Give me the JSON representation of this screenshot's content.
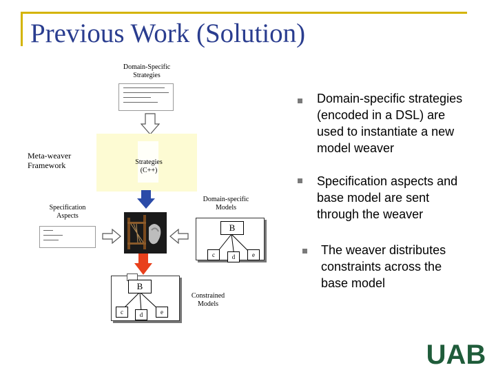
{
  "slide": {
    "title": "Previous Work (Solution)",
    "colors": {
      "title": "#2a3d8f",
      "accent_bar": "#d4b400",
      "logo": "#1f5c3a",
      "yellow_panel": "#fdfbd3",
      "down_arrow": "#2b4ba8",
      "orange_arrow": "#e8401c"
    }
  },
  "diagram": {
    "dss_label": "Domain-Specific\nStrategies",
    "meta_weaver_label": "Meta-weaver\nFramework",
    "strategies_label": "Strategies\n(C++)",
    "spec_aspects_label": "Specification\nAspects",
    "domain_models_label": "Domain-specific\nModels",
    "constrained_models_label": "Constrained\nModels",
    "model_top": {
      "root": "B",
      "children": [
        "c",
        "d",
        "e"
      ]
    },
    "model_bottom": {
      "root": "B",
      "children": [
        "c",
        "d",
        "e"
      ]
    }
  },
  "bullets": [
    "Domain-specific strategies\n(encoded in a DSL) are\nused to instantiate a new\nmodel weaver",
    "Specification aspects and\nbase model are sent\nthrough the weaver",
    "The weaver distributes\nconstraints across the\nbase model"
  ],
  "logo": {
    "text": "UAB"
  }
}
